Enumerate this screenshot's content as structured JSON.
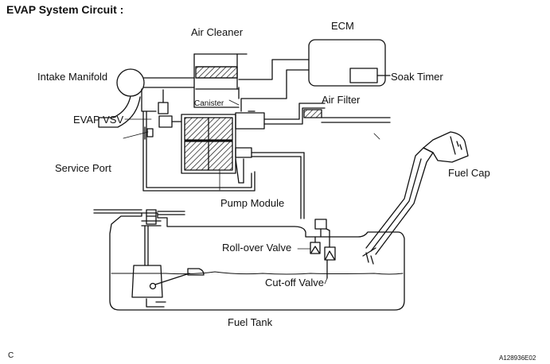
{
  "title": "EVAP System Circuit :",
  "labels": {
    "air_cleaner": "Air Cleaner",
    "ecm": "ECM",
    "soak_timer": "Soak Timer",
    "intake_manifold": "Intake Manifold",
    "canister": "Canister",
    "air_filter": "Air Filter",
    "evap_vsv": "EVAP VSV",
    "service_port": "Service Port",
    "fuel_cap": "Fuel Cap",
    "pump_module": "Pump Module",
    "rollover_valve": "Roll-over Valve",
    "cutoff_valve": "Cut-off Valve",
    "fuel_tank": "Fuel Tank"
  },
  "footer": {
    "left": "C",
    "right": "A128936E02"
  }
}
